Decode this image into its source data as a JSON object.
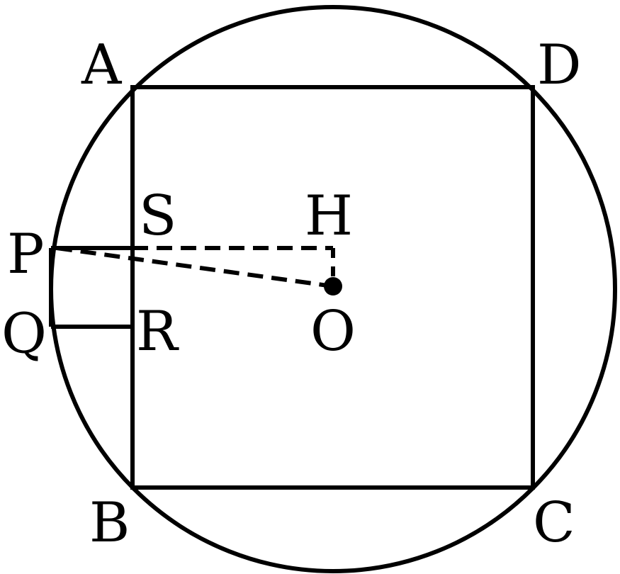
{
  "labels": {
    "A": "A",
    "B": "B",
    "C": "C",
    "D": "D",
    "P": "P",
    "Q": "Q",
    "R": "R",
    "S": "S",
    "H": "H",
    "O": "O"
  },
  "colors": {
    "stroke": "#000000",
    "background": "#ffffff"
  }
}
